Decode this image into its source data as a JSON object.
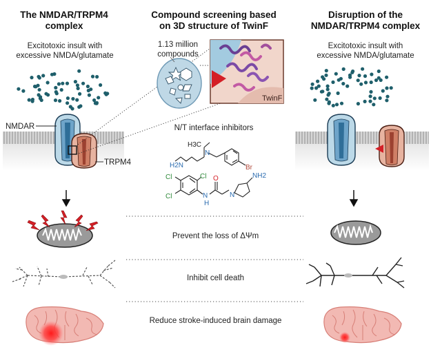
{
  "left": {
    "title_line1": "The NMDAR/TRPM4",
    "title_line2": "complex",
    "subtitle_line1": "Excitotoxic insult with",
    "subtitle_line2": "excessive NMDA/glutamate",
    "label_nmdar": "NMDAR",
    "label_trpm4": "TRPM4"
  },
  "center": {
    "title_line1": "Compound screening based",
    "title_line2": "on 3D structure of TwinF",
    "library_line1": "1.13 million",
    "library_line2": "compounds",
    "structure_label": "TwinF",
    "inhibitors_label": "N/T interface inhibitors",
    "mol1": {
      "ch3": "H3C",
      "amine": "H2N",
      "n": "N",
      "br": "Br"
    },
    "mol2": {
      "cl1": "Cl",
      "cl2": "Cl",
      "cl3": "Cl",
      "o": "O",
      "nh": "N",
      "h": "H",
      "n": "N",
      "nh2": "NH2"
    }
  },
  "right": {
    "title_line1": "Disruption of the",
    "title_line2": "NMDAR/TRPM4 complex",
    "subtitle_line1": "Excitotoxic insult with",
    "subtitle_line2": "excessive NMDA/glutamate"
  },
  "effects": {
    "mito": "Prevent the loss of ΔΨm",
    "cell": "Inhibit cell death",
    "brain": "Reduce stroke-induced brain damage"
  },
  "colors": {
    "nmdar_fill": "#bcd9e8",
    "nmdar_dark": "#4c86b0",
    "trpm4_fill": "#e7b3a0",
    "trpm4_dark": "#a34e38",
    "dots": "#1f5f6b",
    "red_accent": "#d41f26",
    "membrane": "#9a9a9a"
  }
}
